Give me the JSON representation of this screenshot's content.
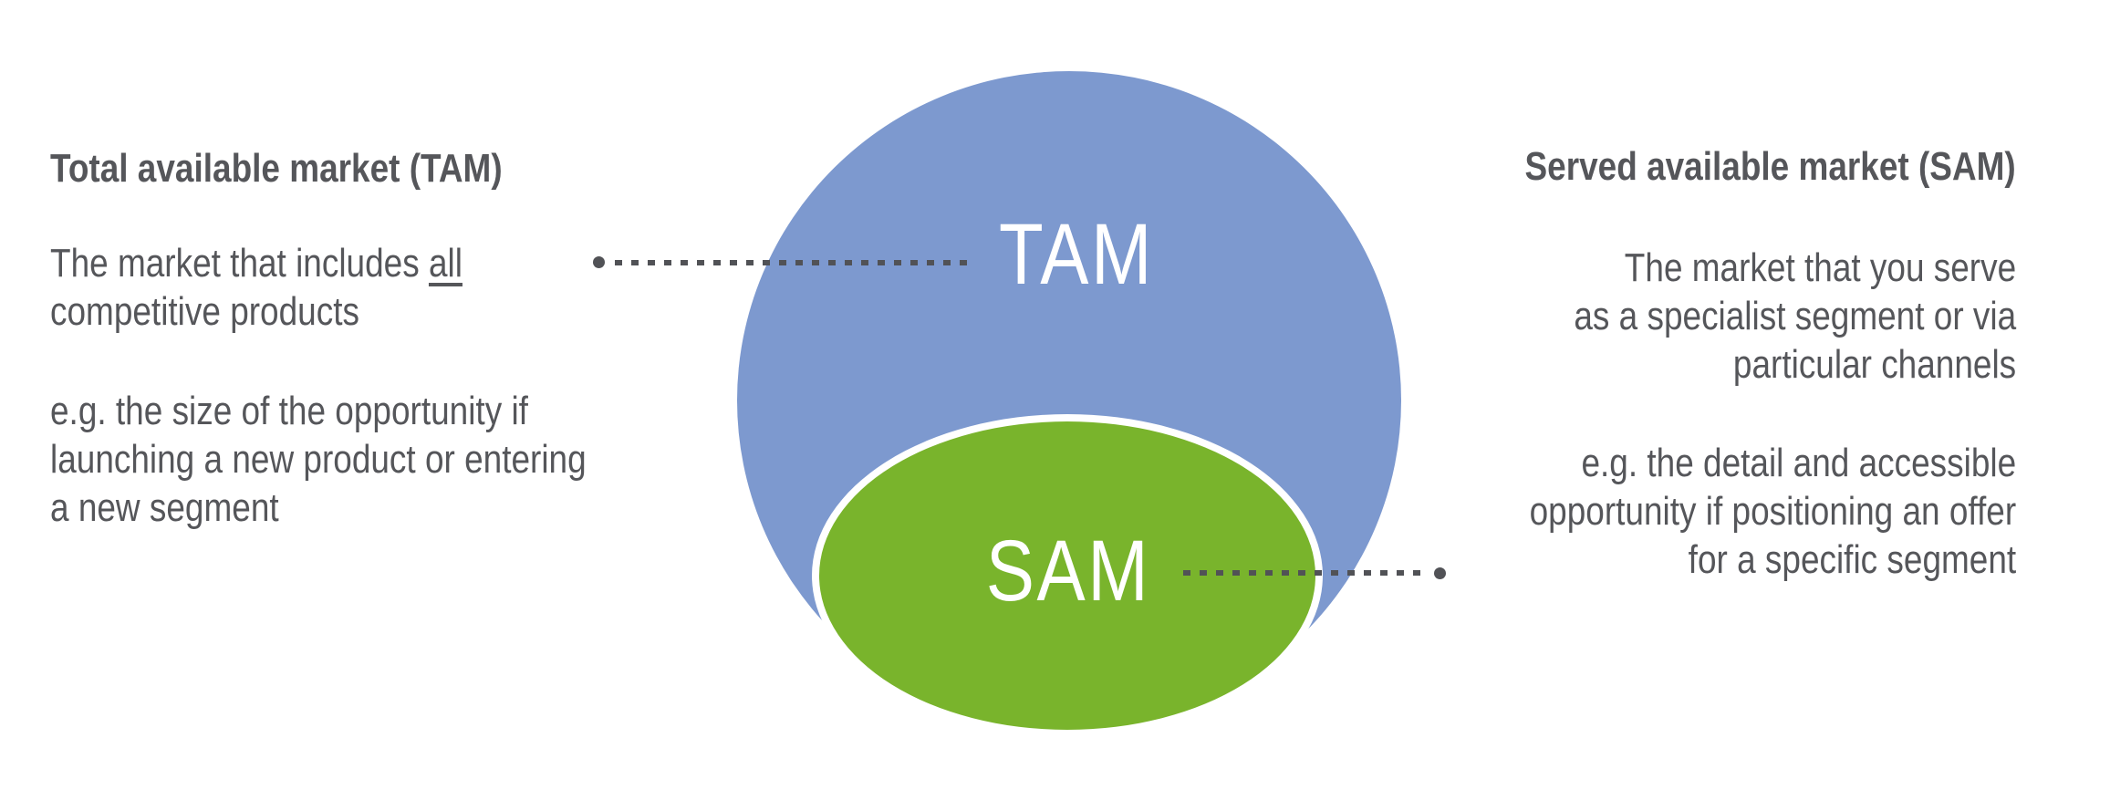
{
  "diagram": {
    "title": "TAM / SAM market diagram",
    "colors": {
      "tam_blue": "#7D99CF",
      "sam_green": "#79B42C",
      "text_gray": "#55565A",
      "connector_gray": "#515256",
      "ring_white": "#FFFFFF"
    },
    "venn": {
      "tam_label": "TAM",
      "sam_label": "SAM"
    },
    "left_column": {
      "heading": "Total available market (TAM)",
      "description": {
        "line1_before_underline": "The market that includes ",
        "line1_underlined": "all",
        "line2": "competitive products"
      },
      "example": {
        "line1": "e.g. the size of the opportunity if",
        "line2": "launching a new product or entering",
        "line3": "a new segment"
      }
    },
    "right_column": {
      "heading": "Served available market (SAM)",
      "description": {
        "line1": "The market that you serve",
        "line2": "as a specialist segment or via",
        "line3": "particular channels"
      },
      "example": {
        "line1": "e.g. the detail and accessible",
        "line2": "opportunity if positioning an offer",
        "line3": "for a specific segment"
      }
    }
  }
}
